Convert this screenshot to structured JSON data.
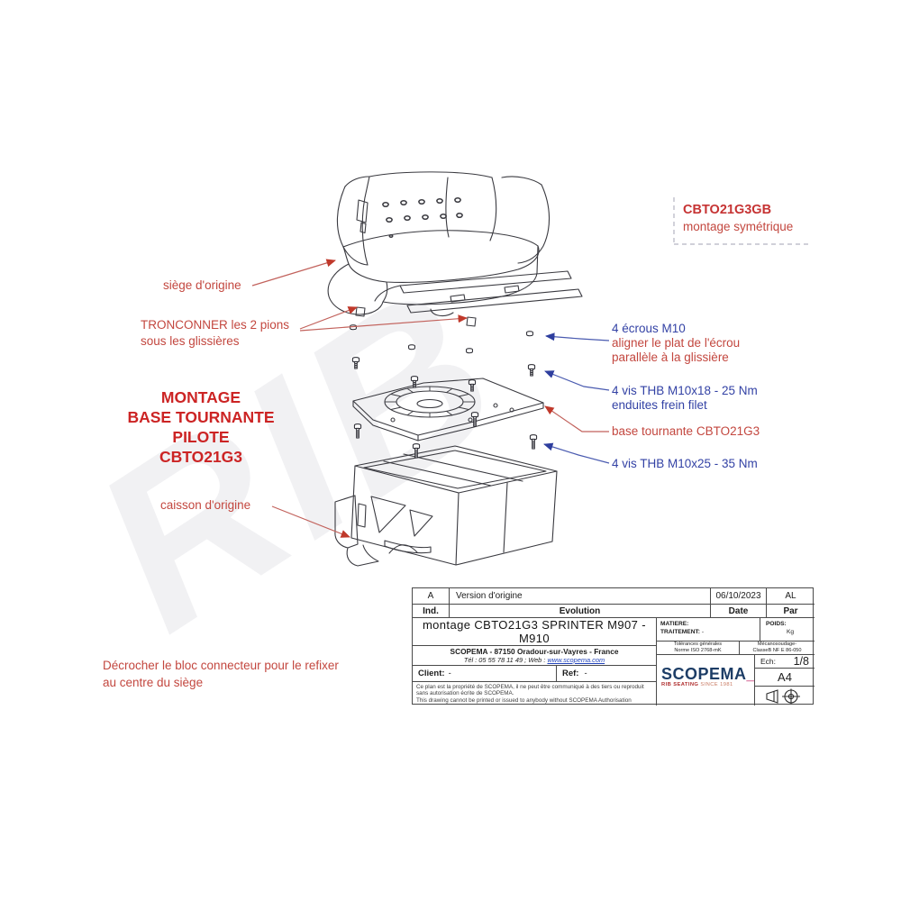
{
  "annotations": {
    "top_right": {
      "code": "CBTO21G3GB",
      "subtitle": "montage symétrique"
    },
    "siege": "siège d'origine",
    "tronconner_line1": "TRONCONNER les 2 pions",
    "tronconner_line2": "sous les glissières",
    "main_title": [
      "MONTAGE",
      "BASE TOURNANTE",
      "PILOTE",
      "CBTO21G3"
    ],
    "caisson": "caisson d'origine",
    "ecrous": "4 écrous M10",
    "aligner_line1": "aligner le plat de l'écrou",
    "aligner_line2": "parallèle à la glissière",
    "vis18": "4 vis THB M10x18 - 25 Nm",
    "vis18_line2": "enduites frein filet",
    "base_tournante": "base tournante CBTO21G3",
    "vis25": "4 vis THB M10x25 - 35 Nm",
    "note_line1": "Décrocher le bloc connecteur pour le refixer",
    "note_line2": "au centre du siège"
  },
  "watermark": "RIB",
  "colors": {
    "annotation_red": "#c3473f",
    "annotation_blue": "#3342a5",
    "title_red": "#cc2424",
    "logo_navy": "#1d3d66"
  },
  "title_block": {
    "rev_ind": "A",
    "rev_evolution": "Version d'origine",
    "rev_date": "06/10/2023",
    "rev_par": "AL",
    "h_ind": "Ind.",
    "h_evolution": "Evolution",
    "h_date": "Date",
    "h_par": "Par",
    "drawing_title": "montage CBTO21G3 SPRINTER M907 - M910",
    "matiere_label": "MATIERE:",
    "traitement_label": "TRAITEMENT:",
    "traitement_value": "-",
    "poids_label": "POIDS:",
    "poids_value": "Kg",
    "tol_line1": "Tolérances générales",
    "tol_line2": "Norme ISO 2768-mK",
    "mec_line1": "Mécanosoudage-",
    "mec_line2": "ClasseB NF E 86-050",
    "addr_line1": "SCOPEMA - 87150 Oradour-sur-Vayres - France",
    "addr_line2_pre": "Tél : 05 55 78 11 49 ;  Web : ",
    "addr_link": "www.scopema.com",
    "client_label": "Client:",
    "client_value": "-",
    "ref_label": "Ref:",
    "ref_value": "-",
    "ech_label": "Ech:",
    "ech_value": "1/8",
    "format": "A4",
    "logo_text": "SCOPEMA",
    "logo_underscore": "_",
    "logo_tag1": "RIB SEATING",
    "logo_tag2": "SINCE 1981",
    "disc_line1": "Ce plan est la propriété de SCOPEMA, il ne peut être communiqué à des tiers ou reproduit",
    "disc_line2": "sans autorisation écrite de SCOPEMA.",
    "disc_line3": "This drawing cannot be printed or issued to anybody without SCOPEMA Authorisation"
  }
}
